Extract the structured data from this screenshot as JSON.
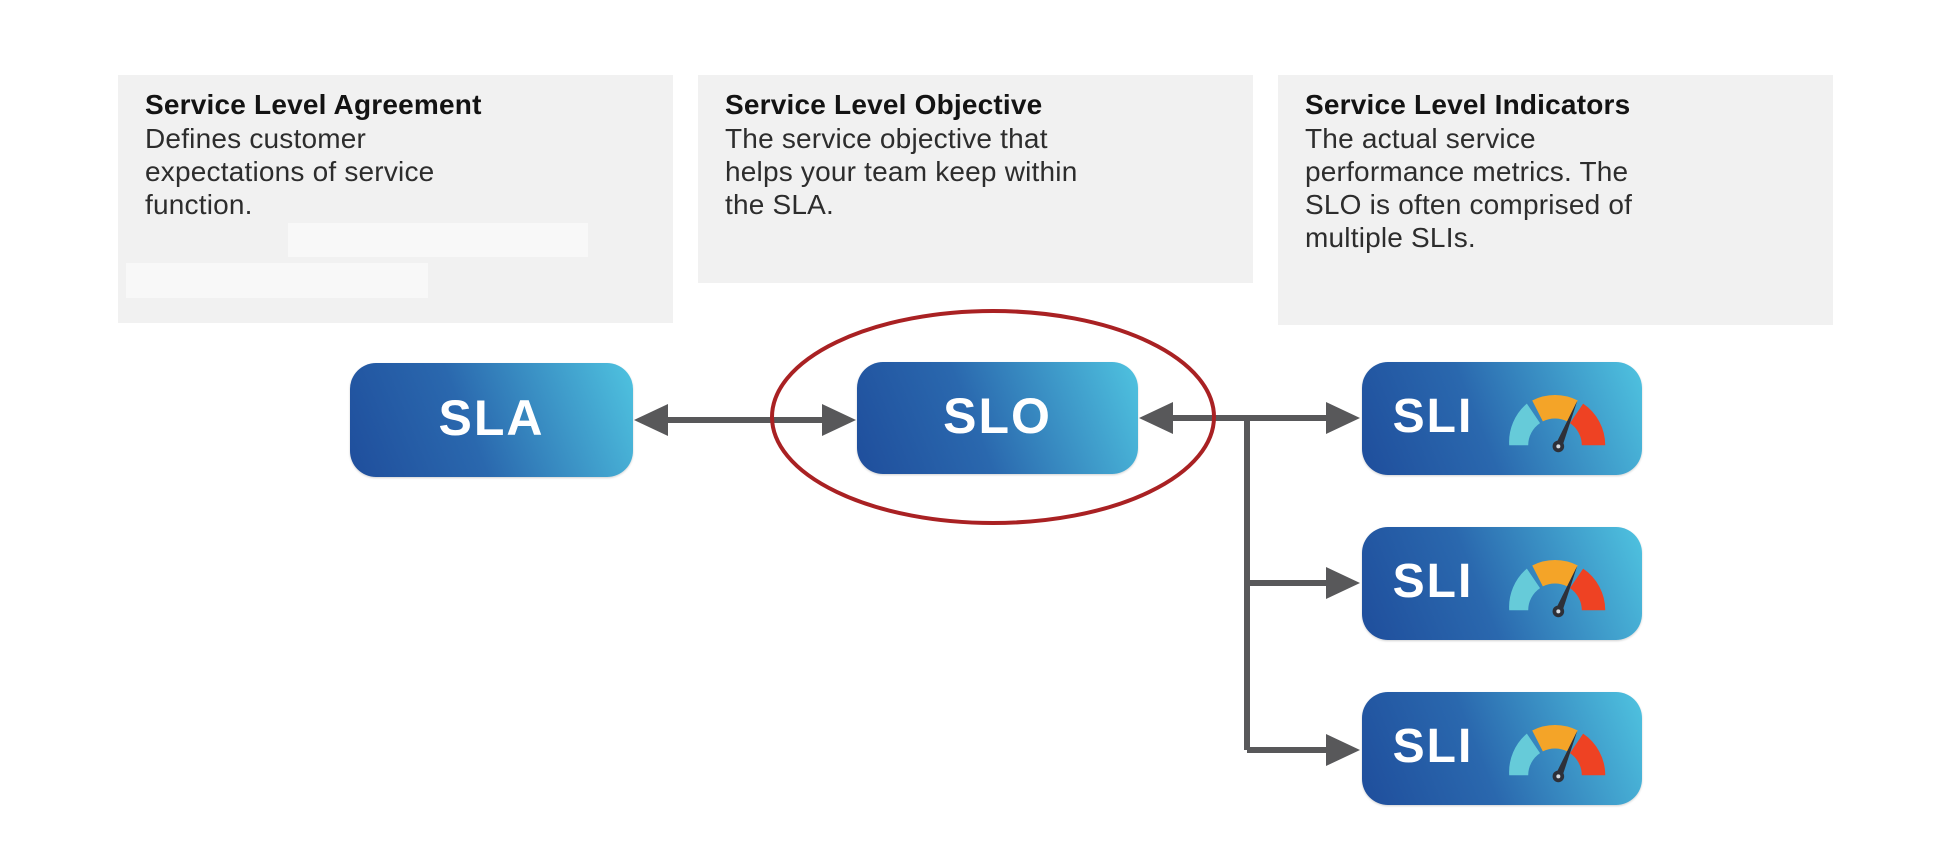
{
  "cards": [
    {
      "title": "Service Level Agreement",
      "lines": [
        "Defines customer",
        "expectations of service",
        "function."
      ]
    },
    {
      "title": "Service Level Objective",
      "lines": [
        "The service objective that",
        "helps your team keep within",
        "the SLA."
      ]
    },
    {
      "title": "Service Level Indicators",
      "lines": [
        "The actual service",
        "performance metrics. The",
        "SLO is often comprised of",
        "multiple SLIs."
      ]
    }
  ],
  "nodes": {
    "sla": "SLA",
    "slo": "SLO",
    "sli": "SLI"
  },
  "icons": {
    "sli_icon": "gauge-icon"
  },
  "colors": {
    "card_background": "#f1f1f1",
    "node_gradient_start": "#1f4e9c",
    "node_gradient_end": "#4fc3e0",
    "node_text": "#ffffff",
    "arrow": "#58585a",
    "highlight_ellipse": "#a92123",
    "gauge_teal": "#66cbd9",
    "gauge_orange": "#f4a428",
    "gauge_red": "#ee4223",
    "gauge_needle": "#2e3038"
  }
}
